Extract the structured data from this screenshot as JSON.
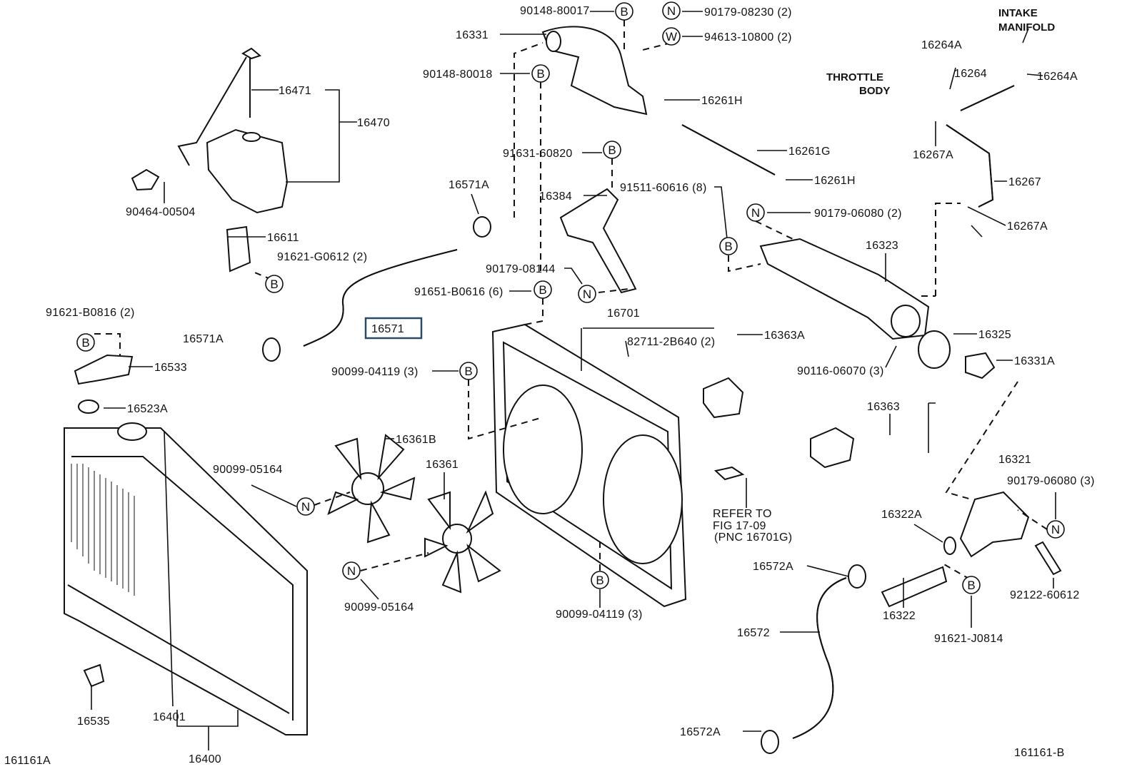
{
  "labels": [
    "90148-80017",
    "90179-08230 (2)",
    "16331",
    "94613-10800 (2)",
    "INTAKE",
    "MANIFOLD",
    "90148-80018",
    "16264A",
    "16264",
    "16264A",
    "THROTTLE",
    "BODY",
    "16471",
    "16470",
    "16261H",
    "16261G",
    "16267A",
    "91631-60820",
    "16571A",
    "16384",
    "91511-60616 (8)",
    "16261H",
    "16267",
    "90179-06080 (2)",
    "16267A",
    "16611",
    "91621-G0612 (2)",
    "16323",
    "90179-08144",
    "91651-B0616 (6)",
    "91621-B0816 (2)",
    "16701",
    "16571",
    "16571A",
    "82711-2B640 (2)",
    "16363A",
    "16325",
    "16331A",
    "16533",
    "90099-04119 (3)",
    "90116-06070 (3)",
    "16523A",
    "16363",
    "16361B",
    "16361",
    "16321",
    "90099-05164",
    "90179-06080 (3)",
    "REFER TO",
    "FIG 17-09",
    "(PNC 16701G)",
    "16322A",
    "16572A",
    "92122-60612",
    "90099-05164",
    "90099-04119 (3)",
    "16322",
    "16572",
    "91621-J0814",
    "16535",
    "16401",
    "16572A",
    "16400",
    "161161A",
    "161161-B",
    "90464-00504"
  ],
  "markers": [
    "B",
    "N",
    "W",
    "B",
    "B",
    "B",
    "N",
    "B",
    "N",
    "B",
    "B",
    "B",
    "N",
    "N",
    "B",
    "B",
    "N"
  ],
  "highlighted_part": "16571",
  "highlight_color": "#2b4a66"
}
